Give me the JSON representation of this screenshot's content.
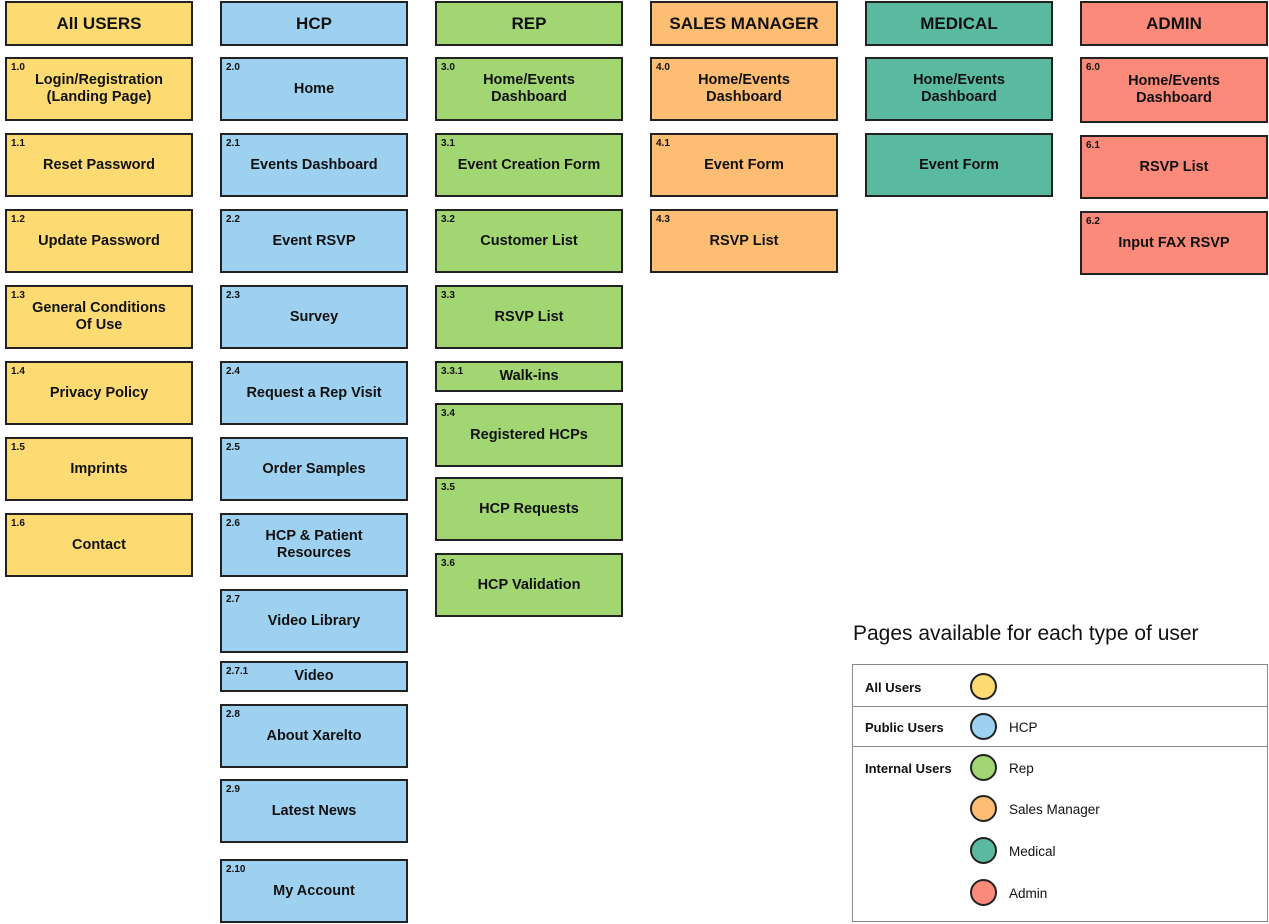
{
  "columns": [
    {
      "key": "all",
      "title": "All USERS",
      "pages": [
        {
          "num": "1.0",
          "label": "Login/Registration\n(Landing Page)"
        },
        {
          "num": "1.1",
          "label": "Reset Password"
        },
        {
          "num": "1.2",
          "label": "Update Password"
        },
        {
          "num": "1.3",
          "label": "General Conditions\nOf Use"
        },
        {
          "num": "1.4",
          "label": "Privacy Policy"
        },
        {
          "num": "1.5",
          "label": "Imprints"
        },
        {
          "num": "1.6",
          "label": "Contact"
        }
      ]
    },
    {
      "key": "hcp",
      "title": "HCP",
      "pages": [
        {
          "num": "2.0",
          "label": "Home"
        },
        {
          "num": "2.1",
          "label": "Events Dashboard"
        },
        {
          "num": "2.2",
          "label": "Event RSVP"
        },
        {
          "num": "2.3",
          "label": "Survey"
        },
        {
          "num": "2.4",
          "label": "Request a Rep Visit"
        },
        {
          "num": "2.5",
          "label": "Order Samples"
        },
        {
          "num": "2.6",
          "label": "HCP &  Patient\nResources"
        },
        {
          "num": "2.7",
          "label": "Video Library"
        },
        {
          "num": "2.7.1",
          "label": "Video"
        },
        {
          "num": "2.8",
          "label": "About Xarelto"
        },
        {
          "num": "2.9",
          "label": "Latest News"
        },
        {
          "num": "2.10",
          "label": "My Account"
        }
      ]
    },
    {
      "key": "rep",
      "title": "REP",
      "pages": [
        {
          "num": "3.0",
          "label": "Home/Events\nDashboard"
        },
        {
          "num": "3.1",
          "label": "Event Creation Form"
        },
        {
          "num": "3.2",
          "label": "Customer List"
        },
        {
          "num": "3.3",
          "label": "RSVP List"
        },
        {
          "num": "3.3.1",
          "label": "Walk-ins"
        },
        {
          "num": "3.4",
          "label": "Registered HCPs"
        },
        {
          "num": "3.5",
          "label": "HCP Requests"
        },
        {
          "num": "3.6",
          "label": "HCP Validation"
        }
      ]
    },
    {
      "key": "sm",
      "title": "SALES MANAGER",
      "pages": [
        {
          "num": "4.0",
          "label": "Home/Events\nDashboard"
        },
        {
          "num": "4.1",
          "label": "Event Form"
        },
        {
          "num": "4.3",
          "label": "RSVP List"
        }
      ]
    },
    {
      "key": "med",
      "title": "MEDICAL",
      "pages": [
        {
          "num": "",
          "label": "Home/Events\nDashboard"
        },
        {
          "num": "",
          "label": "Event Form"
        }
      ]
    },
    {
      "key": "adm",
      "title": "ADMIN",
      "pages": [
        {
          "num": "6.0",
          "label": "Home/Events\nDashboard"
        },
        {
          "num": "6.1",
          "label": "RSVP List"
        },
        {
          "num": "6.2",
          "label": "Input FAX RSVP"
        }
      ]
    }
  ],
  "legend": {
    "title": "Pages available for each type of user",
    "groups": [
      "All Users",
      "Public Users",
      "Internal Users"
    ],
    "items": [
      {
        "label": "",
        "color": "#fddb72"
      },
      {
        "label": "HCP",
        "color": "#9ed1ef"
      },
      {
        "label": "Rep",
        "color": "#a2d672"
      },
      {
        "label": "Sales Manager",
        "color": "#fdbd72"
      },
      {
        "label": "Medical",
        "color": "#5aba9f"
      },
      {
        "label": "Admin",
        "color": "#fc8a7a"
      }
    ]
  }
}
